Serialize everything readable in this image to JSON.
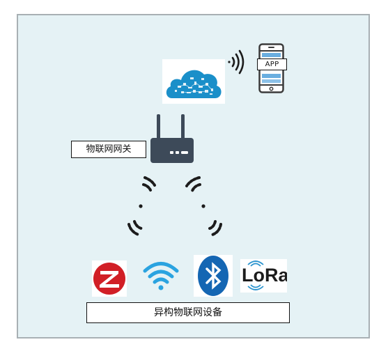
{
  "gateway": {
    "label": "物联网网关"
  },
  "devices": {
    "label": "异构物联网设备",
    "protocols": [
      "zigbee",
      "wifi",
      "bluetooth",
      "lora"
    ],
    "lora_text": "LoRa"
  },
  "app": {
    "label": "APP"
  },
  "colors": {
    "background": "#e5f2f5",
    "border": "#a8b0b4",
    "gateway": "#3d4a59",
    "cloud": "#1a8fc9",
    "zigbee": "#d11f26",
    "wifi": "#2aa3e0",
    "bluetooth": "#1466b3",
    "lora": "#2d95cf"
  }
}
